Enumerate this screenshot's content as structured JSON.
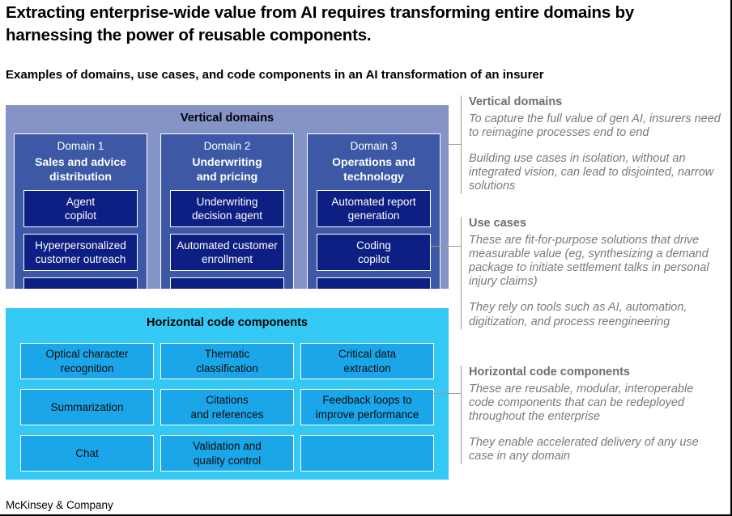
{
  "header": {
    "title": "Extracting enterprise-wide value from AI requires transforming entire domains by harnessing the power of reusable components.",
    "subtitle": "Examples of domains, use cases, and code components in an AI transformation of an insurer"
  },
  "vertical": {
    "header": "Vertical domains",
    "domains": [
      {
        "label": "Domain 1",
        "name": [
          "Sales and advice",
          "distribution"
        ],
        "use_cases": [
          [
            "Agent",
            "copilot"
          ],
          [
            "Hyperpersonalized",
            "customer outreach"
          ]
        ]
      },
      {
        "label": "Domain 2",
        "name": [
          "Underwriting",
          "and pricing"
        ],
        "use_cases": [
          [
            "Underwriting",
            "decision agent"
          ],
          [
            "Automated customer",
            "enrollment"
          ]
        ]
      },
      {
        "label": "Domain 3",
        "name": [
          "Operations and",
          "technology"
        ],
        "use_cases": [
          [
            "Automated report",
            "generation"
          ],
          [
            "Coding",
            "copilot"
          ]
        ]
      }
    ]
  },
  "horizontal": {
    "header": "Horizontal code components",
    "components": [
      [
        "Optical character",
        "recognition"
      ],
      [
        "Thematic",
        "classification"
      ],
      [
        "Critical data",
        "extraction"
      ],
      [
        "Summarization"
      ],
      [
        "Citations",
        "and references"
      ],
      [
        "Feedback loops to",
        "improve performance"
      ],
      [
        "Chat"
      ],
      [
        "Validation and",
        "quality control"
      ],
      []
    ]
  },
  "annotations": [
    {
      "title": "Vertical domains",
      "paragraphs": [
        "To capture the full value of gen AI, insurers need to reimagine processes end to end",
        "Building use cases in isolation, without an integrated vision, can lead to disjointed, narrow solutions"
      ]
    },
    {
      "title": "Use cases",
      "paragraphs": [
        "These are fit-for-purpose solutions that drive measurable value (eg, synthesizing a demand package to initiate settlement talks in personal injury claims)",
        "They rely on tools such as AI, automation, digitization, and process reengineering"
      ]
    },
    {
      "title": "Horizontal code components",
      "paragraphs": [
        "These are reusable, modular, interoperable code components that can be redeployed throughout the enterprise",
        "They enable accelerated delivery of any use case in any domain"
      ]
    }
  ],
  "footer": {
    "brand": "McKinsey & Company"
  },
  "colors": {
    "vertical_container": "#8494c6",
    "domain_column": "#3d59a6",
    "use_case_box": "#0d1f82",
    "horizontal_container": "#33c9f4",
    "component_box": "#1aa6e9",
    "annotation_gray": "#6e6e6e",
    "annotation_body_gray": "#7a7a7a",
    "connector_gray": "#9a9a9a"
  }
}
